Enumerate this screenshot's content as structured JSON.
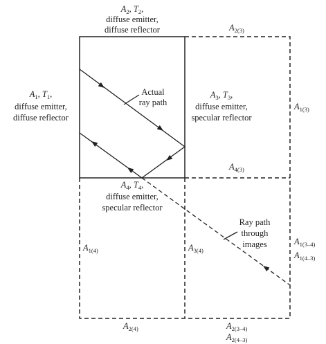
{
  "enclosure": {
    "top_surface": {
      "symbol": "A",
      "symbol_sub": "2",
      "temp": "T",
      "temp_sub": "2",
      "line1": "diffuse emitter,",
      "line2": "diffuse reflector"
    },
    "left_surface": {
      "symbol": "A",
      "symbol_sub": "1",
      "temp": "T",
      "temp_sub": "1",
      "line1": "diffuse emitter,",
      "line2": "diffuse reflector"
    },
    "right_surface": {
      "symbol": "A",
      "symbol_sub": "3",
      "temp": "T",
      "temp_sub": "3",
      "line1": "diffuse emitter,",
      "line2": "specular reflector"
    },
    "bottom_surface": {
      "symbol": "A",
      "symbol_sub": "4",
      "temp": "T",
      "temp_sub": "4",
      "line1": "diffuse emitter,",
      "line2": "specular reflector"
    }
  },
  "ray_labels": {
    "actual_line1": "Actual",
    "actual_line2": "ray path",
    "images_line1": "Ray path",
    "images_line2": "through",
    "images_line3": "images"
  },
  "image_labels": {
    "a2_3": {
      "symbol": "A",
      "sub": "2(3)"
    },
    "a1_3": {
      "symbol": "A",
      "sub": "1(3)"
    },
    "a4_3": {
      "symbol": "A",
      "sub": "4(3)"
    },
    "a1_4": {
      "symbol": "A",
      "sub": "1(4)"
    },
    "a3_4": {
      "symbol": "A",
      "sub": "3(4)"
    },
    "a1_3_4": {
      "symbol": "A",
      "sub": "1(3–4)"
    },
    "a1_4_3": {
      "symbol": "A",
      "sub": "1(4–3)"
    },
    "a2_4": {
      "symbol": "A",
      "sub": "2(4)"
    },
    "a2_3_4": {
      "symbol": "A",
      "sub": "2(3–4)"
    },
    "a2_4_3": {
      "symbol": "A",
      "sub": "2(4–3)"
    }
  }
}
